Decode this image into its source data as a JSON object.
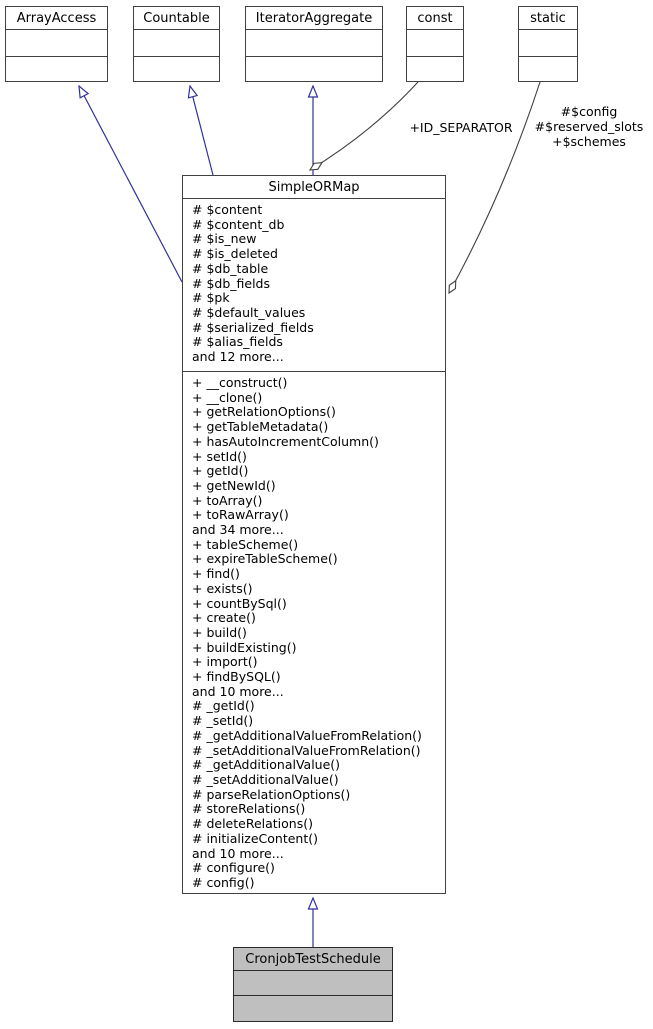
{
  "colors": {
    "inheritance": "#32329b",
    "usage": "#404040",
    "box_border": "#404040",
    "highlight_fill": "#bfbfbf"
  },
  "top_classes": [
    {
      "name": "ArrayAccess"
    },
    {
      "name": "Countable"
    },
    {
      "name": "IteratorAggregate"
    },
    {
      "name": "const"
    },
    {
      "name": "static"
    }
  ],
  "main_class": {
    "name": "SimpleORMap",
    "attributes": [
      "# $content",
      "# $content_db",
      "# $is_new",
      "# $is_deleted",
      "# $db_table",
      "# $db_fields",
      "# $pk",
      "# $default_values",
      "# $serialized_fields",
      "# $alias_fields",
      "and 12 more..."
    ],
    "methods": [
      "+ __construct()",
      "+ __clone()",
      "+ getRelationOptions()",
      "+ getTableMetadata()",
      "+ hasAutoIncrementColumn()",
      "+ setId()",
      "+ getId()",
      "+ getNewId()",
      "+ toArray()",
      "+ toRawArray()",
      "and 34 more...",
      "+ tableScheme()",
      "+ expireTableScheme()",
      "+ find()",
      "+ exists()",
      "+ countBySql()",
      "+ create()",
      "+ build()",
      "+ buildExisting()",
      "+ import()",
      "+ findBySQL()",
      "and 10 more...",
      "# _getId()",
      "# _setId()",
      "# _getAdditionalValueFromRelation()",
      "# _setAdditionalValueFromRelation()",
      "# _getAdditionalValue()",
      "# _setAdditionalValue()",
      "# parseRelationOptions()",
      "# storeRelations()",
      "# deleteRelations()",
      "# initializeContent()",
      "and 10 more...",
      "# configure()",
      "# config()"
    ]
  },
  "derived_class": {
    "name": "CronjobTestSchedule"
  },
  "edge_labels": {
    "const_label": "+ID_SEPARATOR",
    "static_labels": [
      "#$config",
      "#$reserved_slots",
      "+$schemes"
    ]
  }
}
